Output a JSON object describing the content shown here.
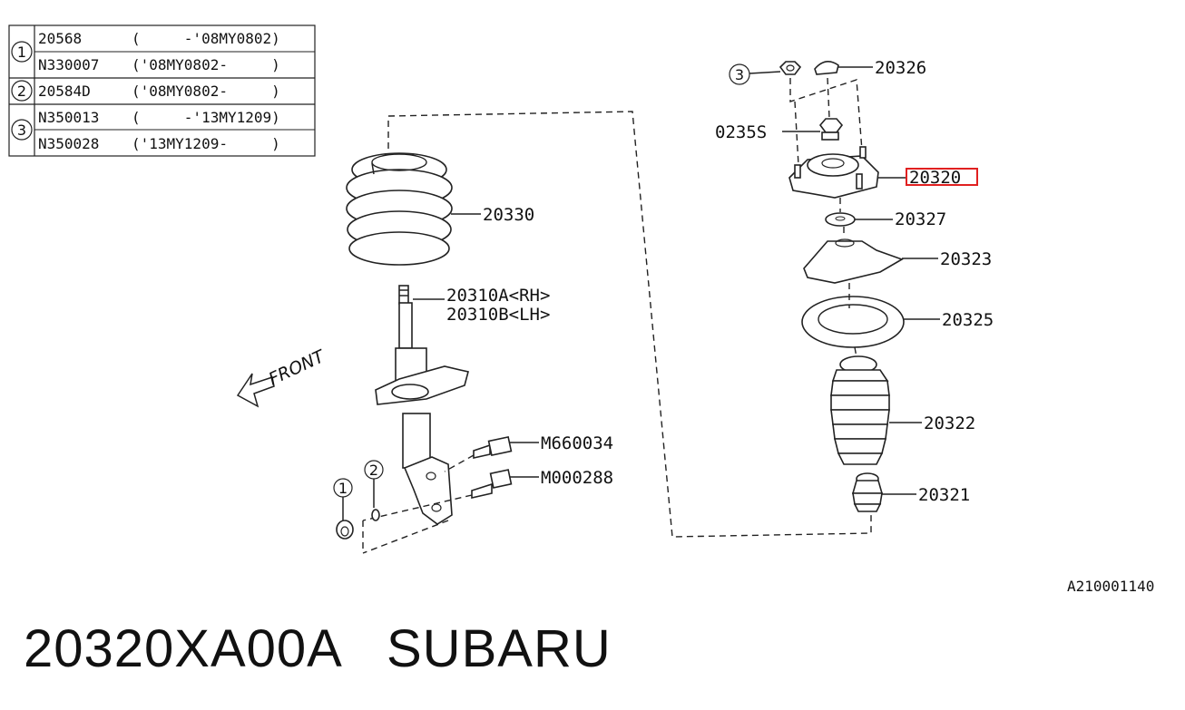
{
  "applicability_table": {
    "rows": [
      {
        "ref": "1",
        "part": "20568",
        "range": "(     -'08MY0802)"
      },
      {
        "ref": "",
        "part": "N330007",
        "range": "('08MY0802-     )"
      },
      {
        "ref": "2",
        "part": "20584D",
        "range": "('08MY0802-     )"
      },
      {
        "ref": "3",
        "part": "N350013",
        "range": "(     -'13MY1209)"
      },
      {
        "ref": "",
        "part": "N350028",
        "range": "('13MY1209-     )"
      }
    ]
  },
  "callouts": {
    "spring": "20330",
    "strut_rh": "20310A<RH>",
    "strut_lh": "20310B<LH>",
    "bolt_upper": "M660034",
    "bolt_lower": "M000288",
    "cap": "20326",
    "nut": "0235S",
    "mount": "20320",
    "washer": "20327",
    "seat": "20323",
    "rubber": "20325",
    "boot": "20322",
    "bumper": "20321"
  },
  "ref_markers": {
    "one": "1",
    "two": "2",
    "three": "3"
  },
  "front_label": "FRONT",
  "diagram_id": "A210001140",
  "title": {
    "part_number": "20320XA00A",
    "brand": "SUBARU"
  },
  "colors": {
    "highlight": "#e02020",
    "line": "#222222"
  }
}
